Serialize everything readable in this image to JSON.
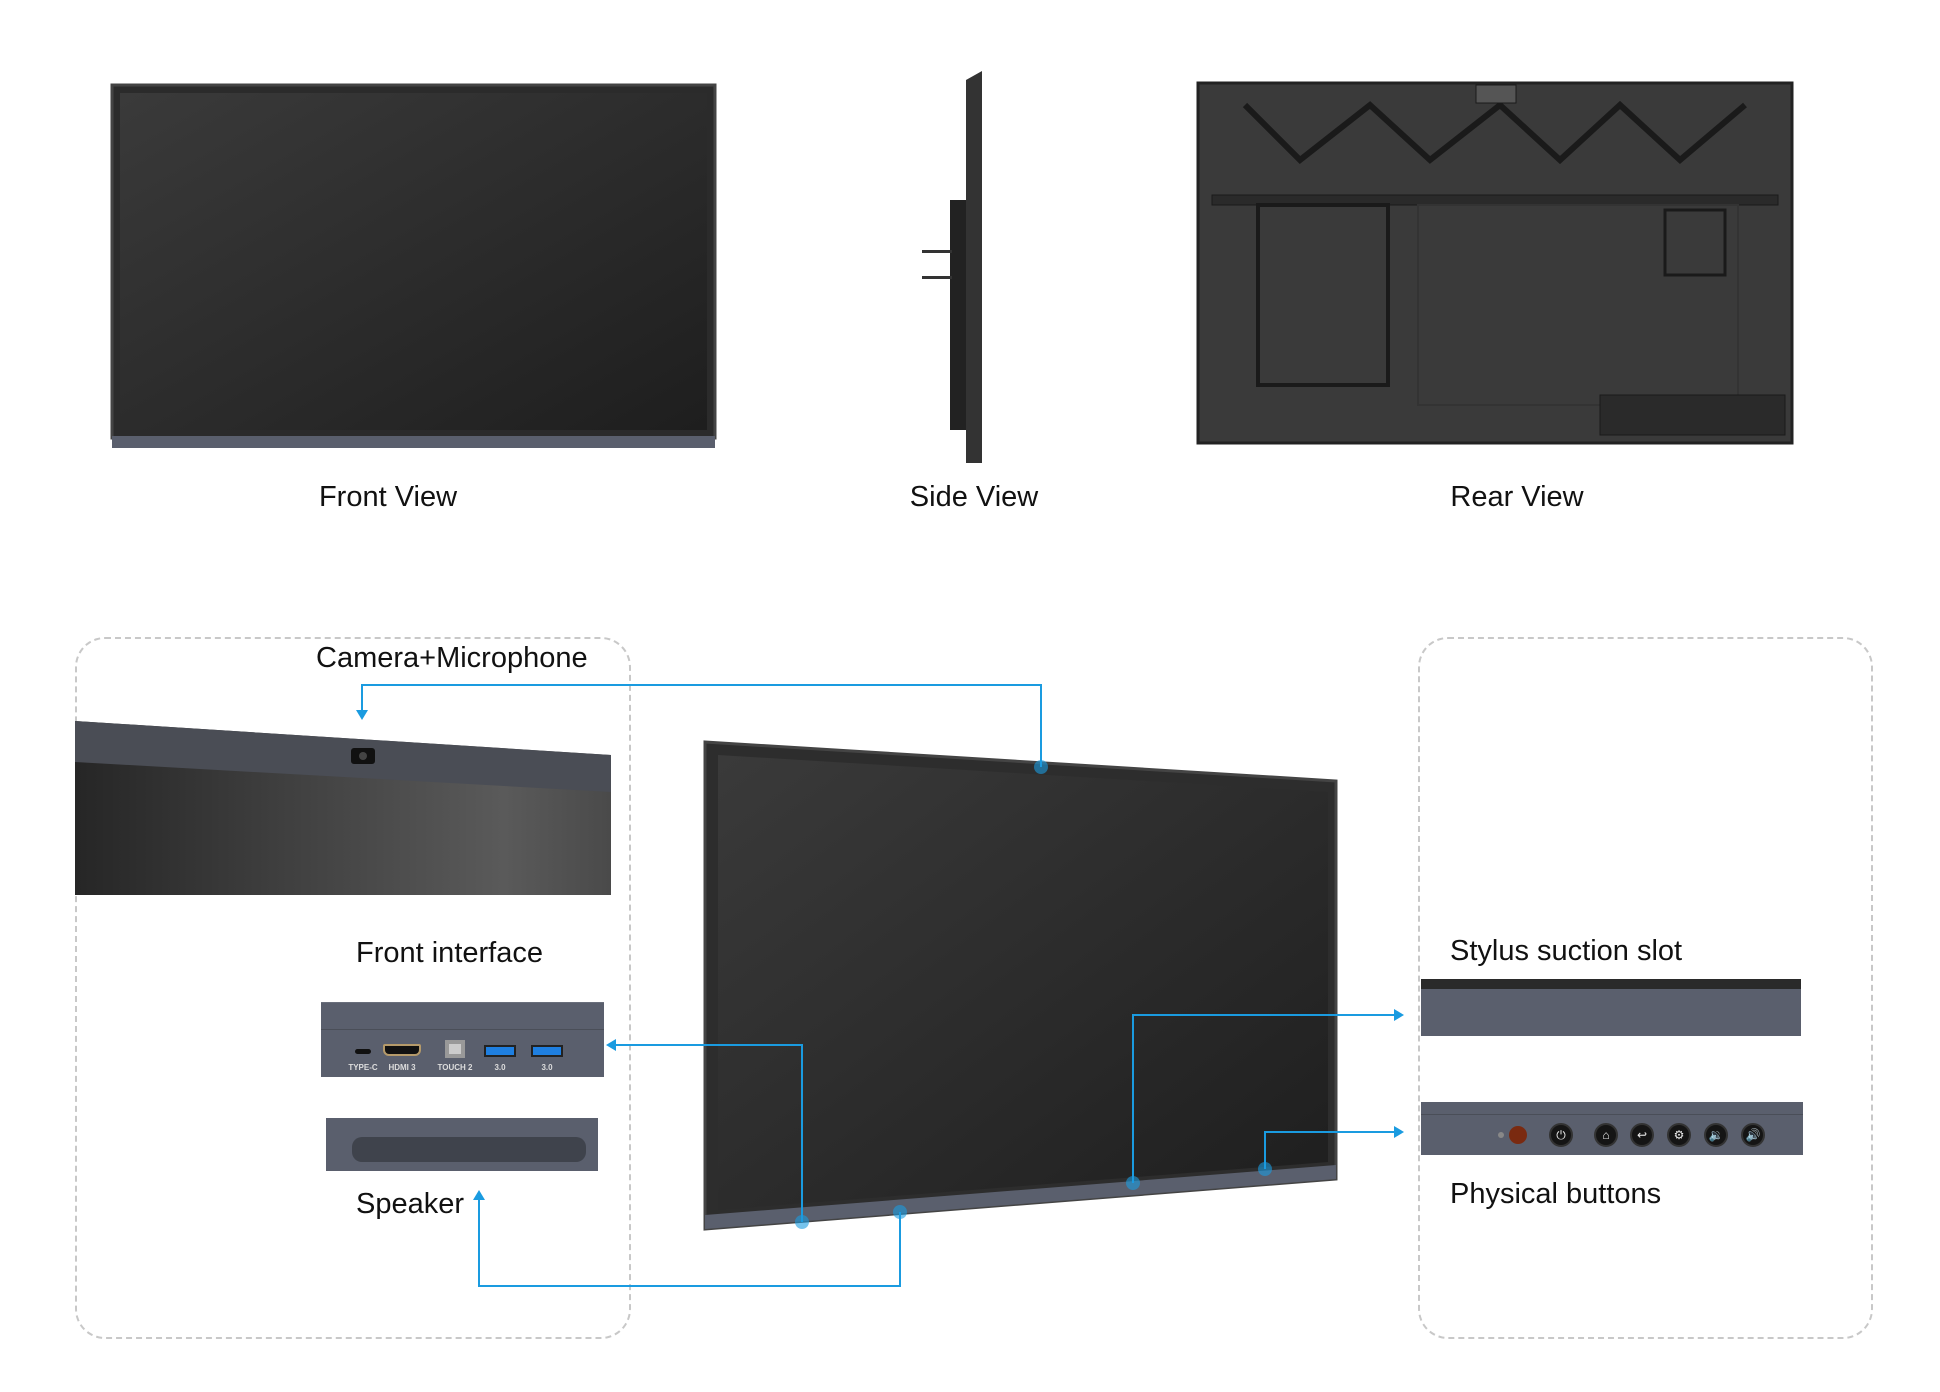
{
  "views": {
    "front": "Front View",
    "side": "Side View",
    "rear": "Rear View"
  },
  "callouts": {
    "camera": "Camera+Microphone",
    "front_interface": "Front interface",
    "speaker": "Speaker",
    "stylus": "Stylus suction slot",
    "buttons": "Physical buttons"
  },
  "ports": [
    "TYPE-C",
    "HDMI 3",
    "TOUCH 2",
    "3.0",
    "3.0"
  ],
  "physical_buttons": [
    "power-icon",
    "home-icon",
    "back-icon",
    "settings-icon",
    "volume-down-icon",
    "volume-up-icon"
  ],
  "colors": {
    "accent": "#1a9be0",
    "bezel": "#5a5f6d",
    "screen": "#2a2a2a"
  }
}
